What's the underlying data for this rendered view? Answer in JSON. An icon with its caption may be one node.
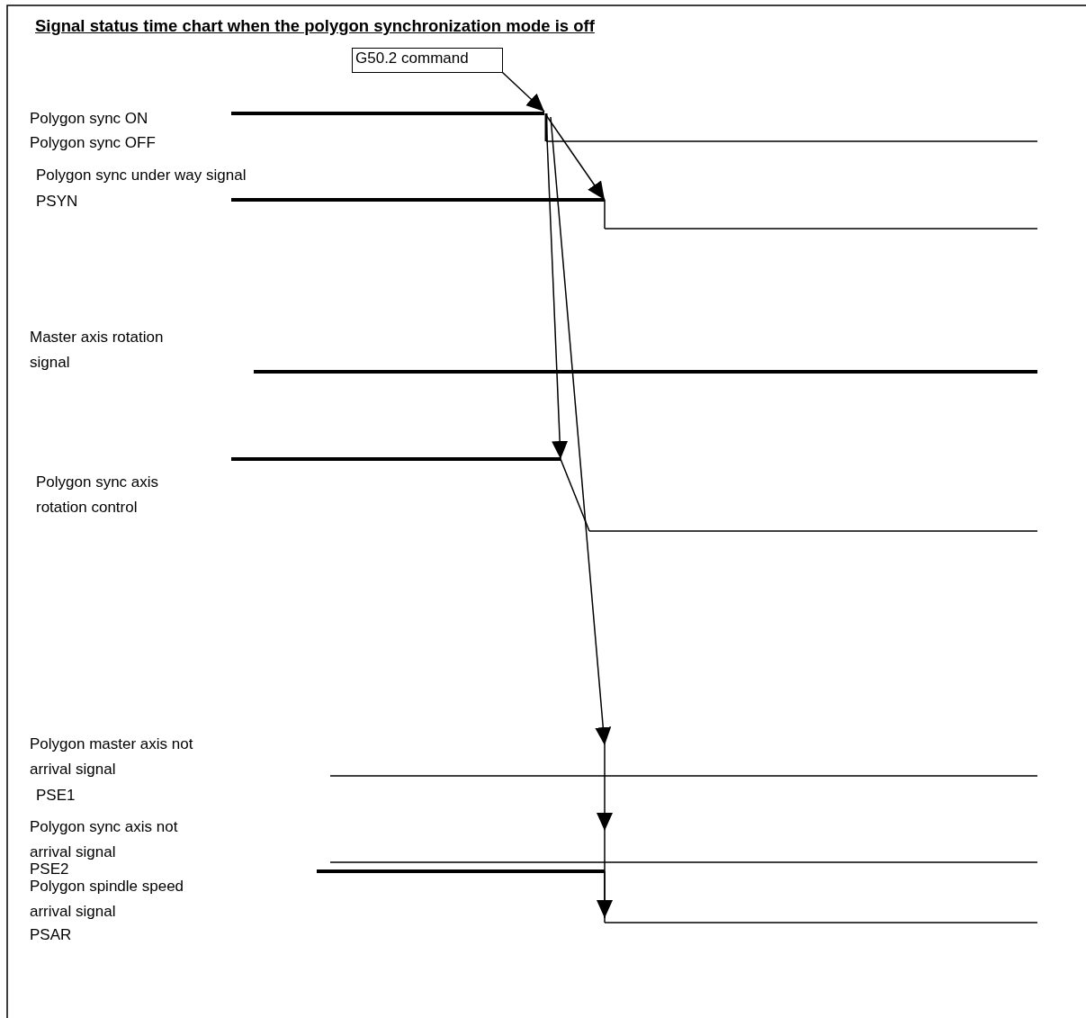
{
  "diagram": {
    "title": "Signal status time chart when the polygon synchronization mode is off",
    "nodes": [
      {
        "text": [
          "G50.2 command"
        ]
      },
      {
        "text": [],
        "shape": "line"
      },
      {
        "text": [],
        "shape": "line"
      },
      {
        "text": [],
        "shape": "line"
      },
      {
        "text": [],
        "shape": "line"
      },
      {
        "text": [],
        "shape": "line"
      },
      {
        "text": [],
        "shape": "line"
      },
      {
        "text": [],
        "shape": "line"
      }
    ],
    "edges": [
      {
        "from": 0,
        "to": 1,
        "arrow": "to"
      },
      {
        "from": 1,
        "to": 2,
        "arrow": "to"
      },
      {
        "from": 1,
        "to": 4,
        "arrow": "to"
      },
      {
        "from": 1,
        "to": 5,
        "arrow": "to"
      },
      {
        "from": 5,
        "to": 6,
        "arrow": "to"
      },
      {
        "from": 6,
        "to": 7,
        "arrow": "to"
      }
    ],
    "labels": [
      "Polygon sync ON",
      "Polygon sync OFF",
      "Polygon sync under way signal",
      "PSYN",
      "Master axis rotation signal",
      "Polygon sync axis rotation control",
      "Polygon master axis not arrival signal",
      "PSE1",
      "Polygon sync axis not arrival signal",
      "PSE2",
      "Polygon spindle speed arrival signal",
      "PSAR"
    ]
  }
}
